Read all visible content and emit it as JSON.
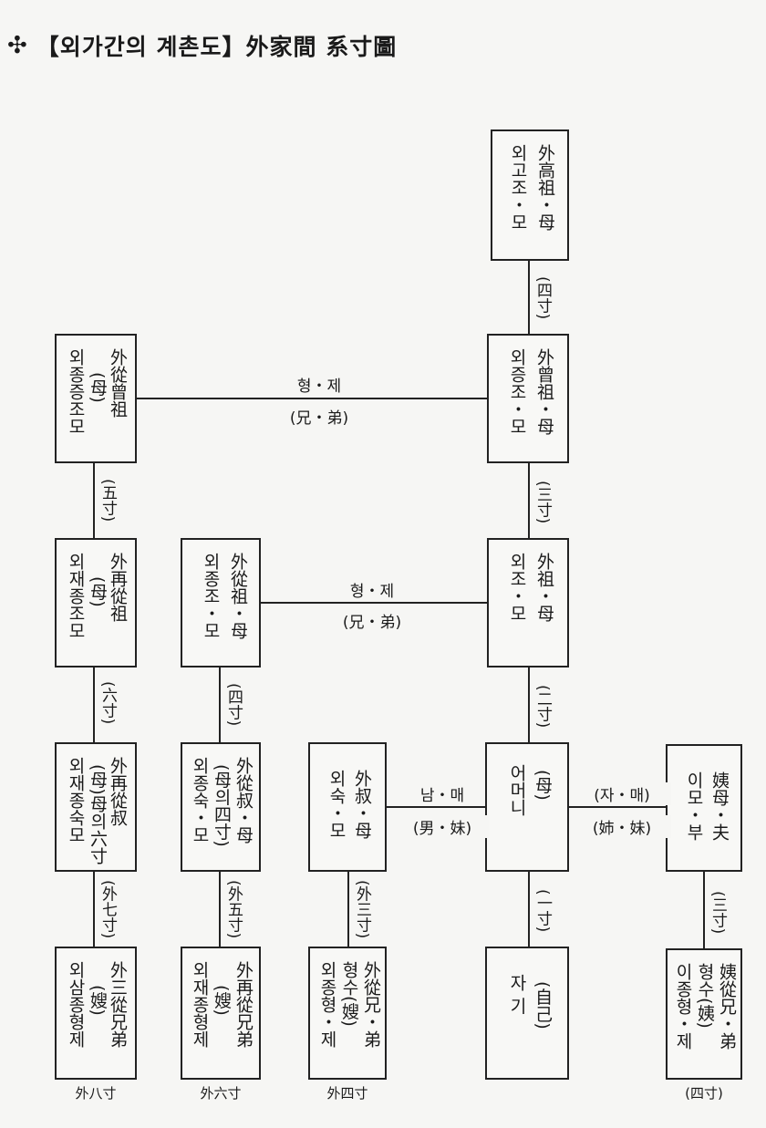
{
  "title": {
    "mark": "✣",
    "text": "【외가간의 계촌도】外家間 系寸圖"
  },
  "boxes": [
    {
      "id": "outer-great-great-grandparents",
      "cols": [
        "外高祖・母",
        "외고조・모"
      ]
    },
    {
      "id": "outer-great-grandparents",
      "cols": [
        "外曾祖・母",
        "외증조・모"
      ]
    },
    {
      "id": "outer-grand-uncle-great",
      "cols": [
        "外從曾祖",
        "(母)",
        "외종증조모"
      ]
    },
    {
      "id": "outer-grandparents",
      "cols": [
        "外祖・母",
        "외조・모"
      ]
    },
    {
      "id": "outer-grand-uncle",
      "cols": [
        "外從祖・母",
        "외종조・모"
      ]
    },
    {
      "id": "outer-second-grand-uncle",
      "cols": [
        "外再從祖",
        "(母)",
        "외재종조모"
      ]
    },
    {
      "id": "mother",
      "cols": [
        "(母)",
        "어머니"
      ]
    },
    {
      "id": "maternal-uncle",
      "cols": [
        "外叔・母",
        "외숙・모"
      ]
    },
    {
      "id": "outer-cousin-uncle",
      "cols": [
        "外從叔・母",
        "(母의四寸)",
        "외종숙・모"
      ]
    },
    {
      "id": "outer-second-cousin-uncle",
      "cols": [
        "外再從叔",
        "(母)母의六寸",
        "외재종숙모"
      ]
    },
    {
      "id": "maternal-aunt",
      "cols": [
        "姨母・夫",
        "이모・부"
      ]
    },
    {
      "id": "self",
      "cols": [
        "(自己)",
        "자 기"
      ]
    },
    {
      "id": "outer-cousin",
      "cols": [
        "外從兄・弟",
        "형수(嫂)",
        "외종형・제"
      ]
    },
    {
      "id": "outer-second-cousin",
      "cols": [
        "外再從兄弟",
        "(嫂)",
        "외재종형제"
      ]
    },
    {
      "id": "outer-third-cousin",
      "cols": [
        "外三從兄弟",
        "(嫂)",
        "외삼종형제"
      ]
    },
    {
      "id": "aunt-cousin",
      "cols": [
        "姨從兄・弟",
        "형수(姨)",
        "이종형・제"
      ]
    }
  ],
  "edge_labels": {
    "sa_chon_top": "(四寸)",
    "sam_chon_1": "(三寸)",
    "i_chon_1": "(二寸)",
    "o_chon": "(五寸)",
    "yuk_chon": "(六寸)",
    "sa_chon_mid": "(四寸)",
    "oe_chil_chon": "(外七寸)",
    "oe_o_chon": "(外五寸)",
    "oe_sam_chon": "(外三寸)",
    "il_chon": "(一寸)",
    "sam_chon_2": "(三寸)"
  },
  "horizontal_labels": {
    "brothers_1_kor": "형・제",
    "brothers_1_han": "(兄・弟)",
    "brothers_2_kor": "형・제",
    "brothers_2_han": "(兄・弟)",
    "siblings_kor": "남・매",
    "siblings_han": "(男・妹)",
    "sisters_kor": "(자・매)",
    "sisters_han": "(姉・妹)"
  },
  "bottom_labels": {
    "oe_pal_chon": "外八寸",
    "oe_yuk_chon": "外六寸",
    "oe_sa_chon": "外四寸",
    "sa_chon": "(四寸)"
  }
}
